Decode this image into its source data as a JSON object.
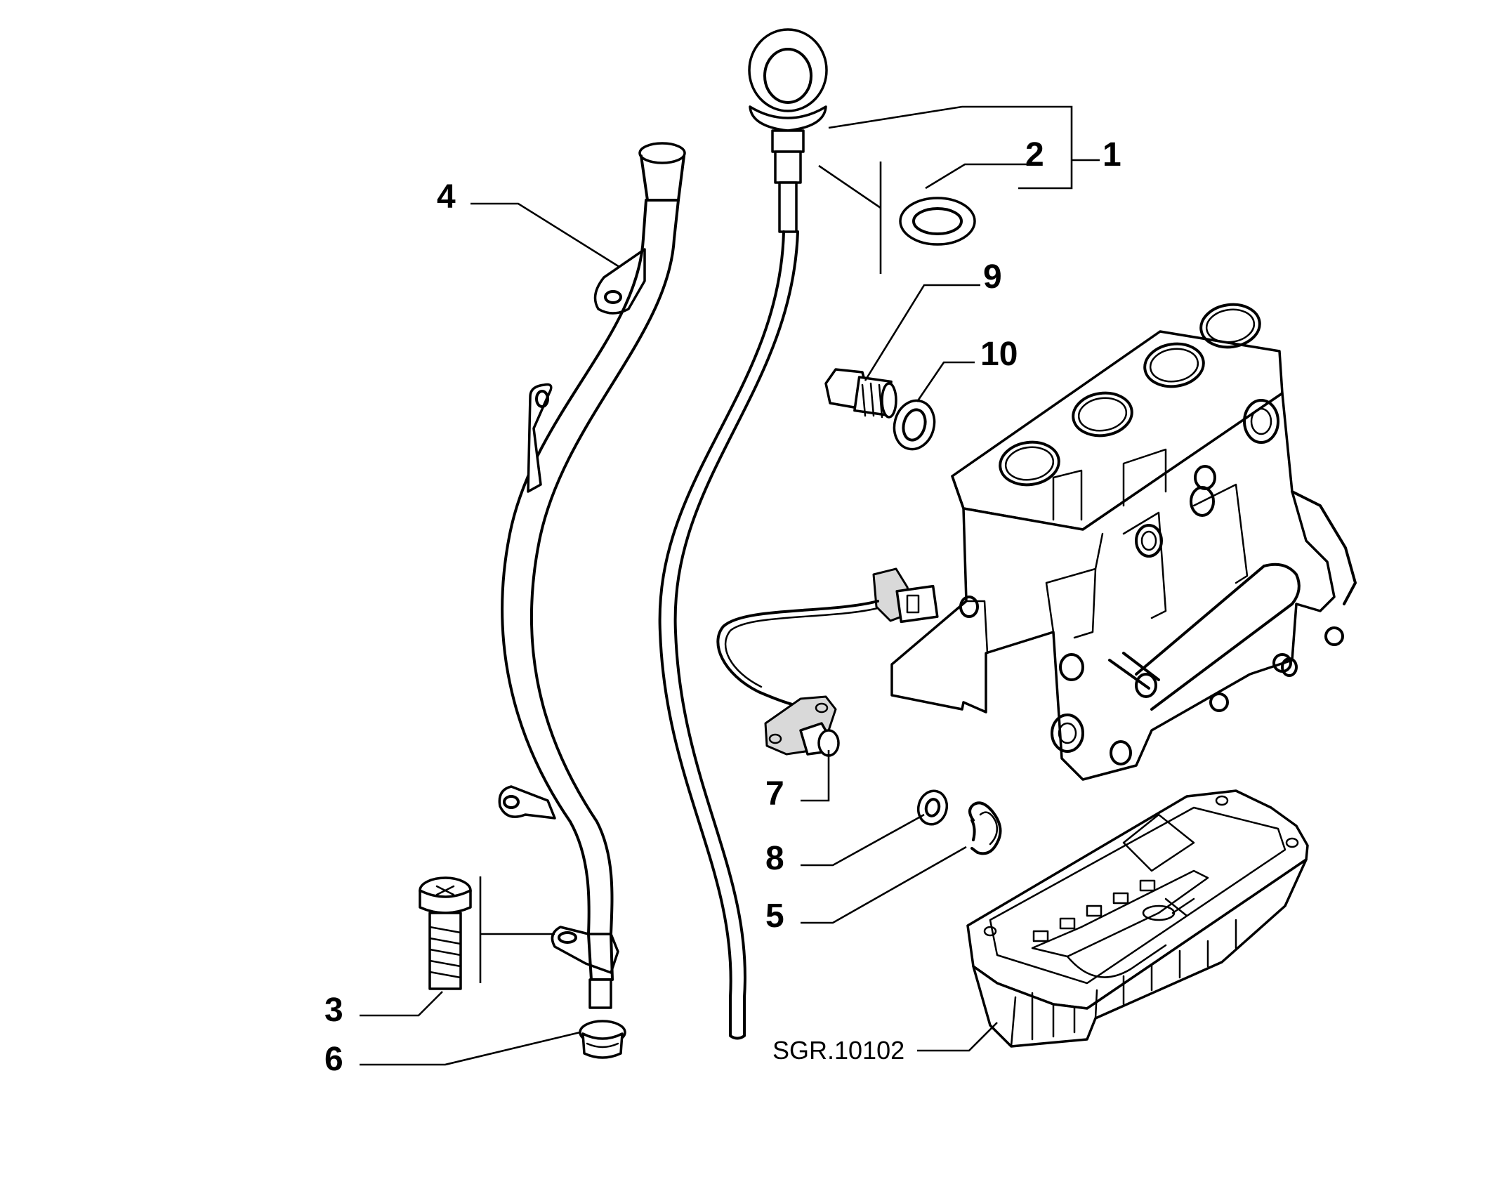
{
  "callouts": {
    "c1": "1",
    "c2": "2",
    "c3": "3",
    "c4": "4",
    "c5": "5",
    "c6": "6",
    "c7": "7",
    "c8": "8",
    "c9": "9",
    "c10": "10"
  },
  "drawing_code": "SGR.10102"
}
